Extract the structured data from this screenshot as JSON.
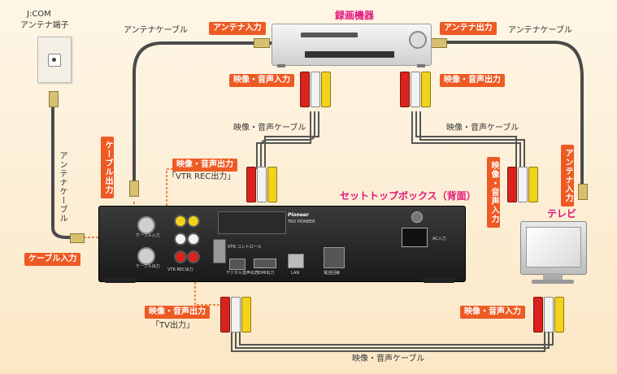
{
  "jcom": {
    "title": "J:COM",
    "subtitle": "アンテナ端子"
  },
  "labels": {
    "antenna_cable_left": "アンテナケーブル",
    "antenna_cable_right": "アンテナケーブル",
    "antenna_cable_vertical": "アンテナケーブル",
    "av_cable_left": "映像・音声ケーブル",
    "av_cable_right": "映像・音声ケーブル",
    "av_cable_bottom": "映像・音声ケーブル",
    "vtr_rec_out": "「VTR REC出力」",
    "tv_out": "「TV出力」"
  },
  "tags": {
    "recorder_antenna_in": "アンテナ入力",
    "recorder_antenna_out": "アンテナ出力",
    "recorder_av_in": "映像・音声入力",
    "recorder_av_out": "映像・音声出力",
    "cable_out": "ケーブル出力",
    "stb_av_out_vtr": "映像・音声出力",
    "cable_in": "ケーブル入力",
    "tv_av_in_vertical": "映像・音声入力",
    "tv_antenna_in": "アンテナ入力",
    "stb_av_out_tv": "映像・音声出力",
    "tv_av_in_bottom": "映像・音声入力"
  },
  "devices": {
    "recorder": "録画機器",
    "stb": "セットトップボックス（背面）",
    "tv": "テレビ"
  },
  "stb_panel": {
    "brand": "Pioneer",
    "jcom_logo": "TKO PIONEER",
    "vtr_label": "VTR REC出力",
    "hdmi_label": "HDMI出力",
    "lan_label": "LAN",
    "phone_label": "電話回線",
    "ac_label": "AC入力",
    "cable_in_label": "ケーブル入力",
    "cable_out_label": "ケーブル出力",
    "digital_label": "デジタル音声出力",
    "vtr_ctrl_label": "VTR コントロール"
  },
  "colors": {
    "tag_bg": "#ee5a24",
    "pink": "#e0147a",
    "cable": "#444444",
    "rca_red": "#d9231c",
    "rca_white": "#f2f2f2",
    "rca_yellow": "#f2d21b"
  }
}
